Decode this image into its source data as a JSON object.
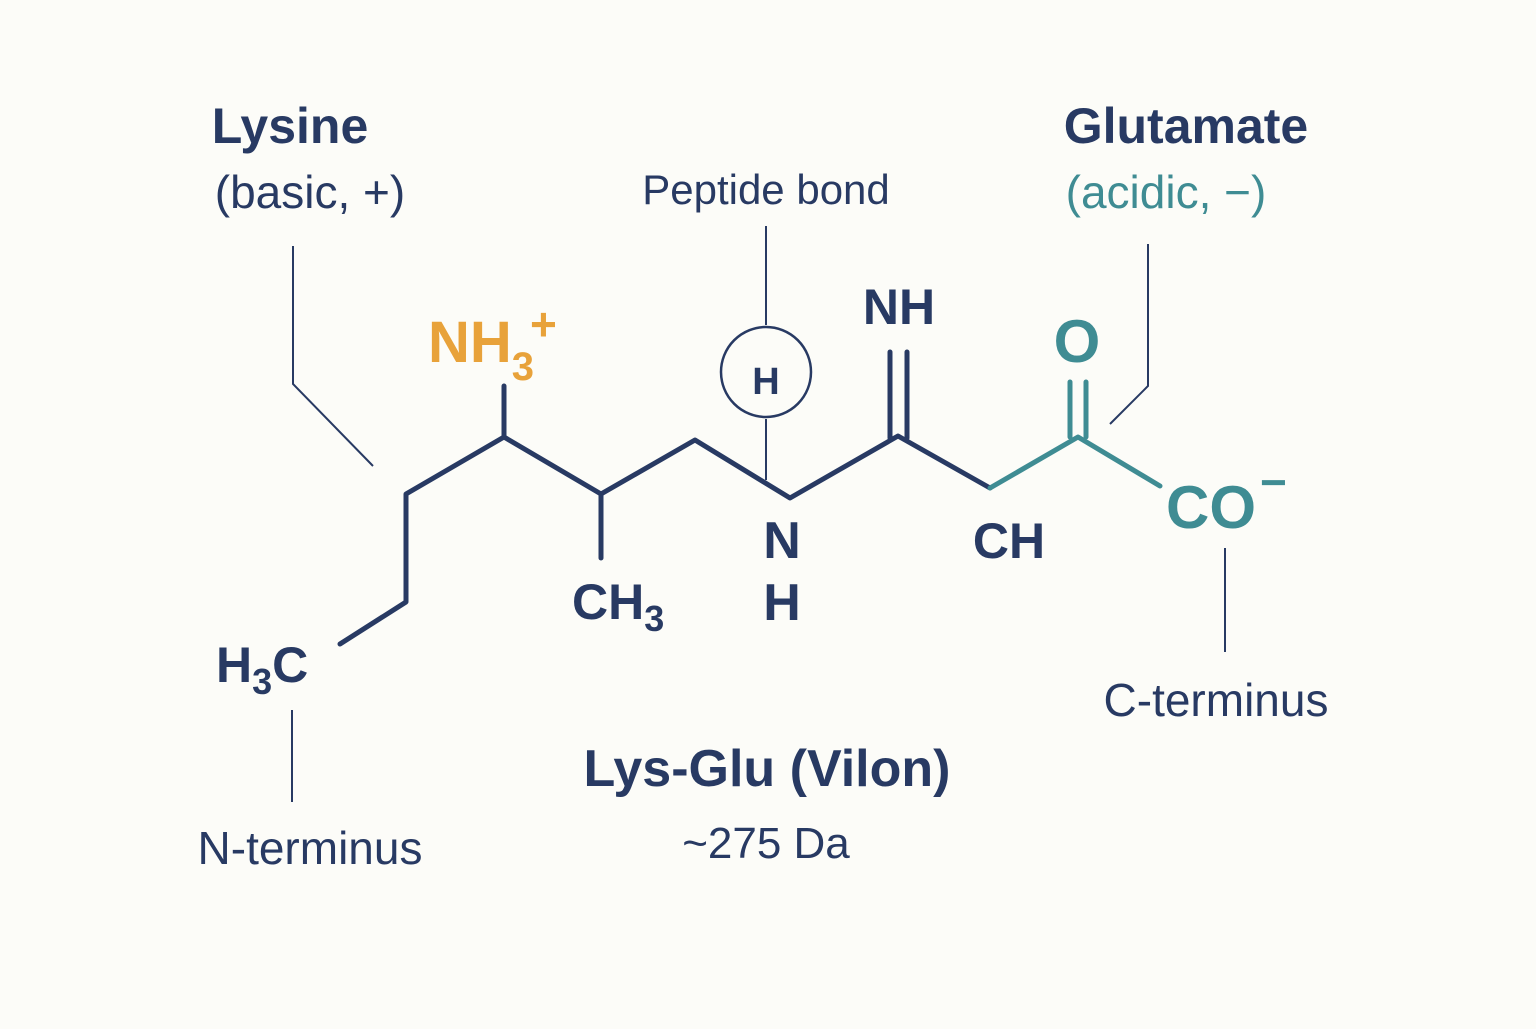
{
  "colors": {
    "background": "#fcfcf8",
    "navy": "#283a63",
    "orange": "#e8a23a",
    "teal": "#3f8c93"
  },
  "labels": {
    "lysine_name": "Lysine",
    "lysine_desc": "(basic, +)",
    "peptide_bond": "Peptide bond",
    "glutamate_name": "Glutamate",
    "glutamate_desc": "(acidic, −)",
    "n_terminus": "N-terminus",
    "c_terminus": "C-terminus",
    "compound_name": "Lys-Glu (Vilon)",
    "mass": "~275 Da"
  },
  "atoms": {
    "nh3_main": "NH",
    "nh3_sub": "3",
    "nh3_charge": "+",
    "h_circle": "H",
    "nh_top": "NH",
    "o_top": "O",
    "co_main": "CO",
    "co_charge": "−",
    "ch3_main": "CH",
    "ch3_sub": "3",
    "n_main": "N",
    "h_below_n": "H",
    "ch": "CH",
    "h3c_h": "H",
    "h3c_sub": "3",
    "h3c_c": "C"
  }
}
